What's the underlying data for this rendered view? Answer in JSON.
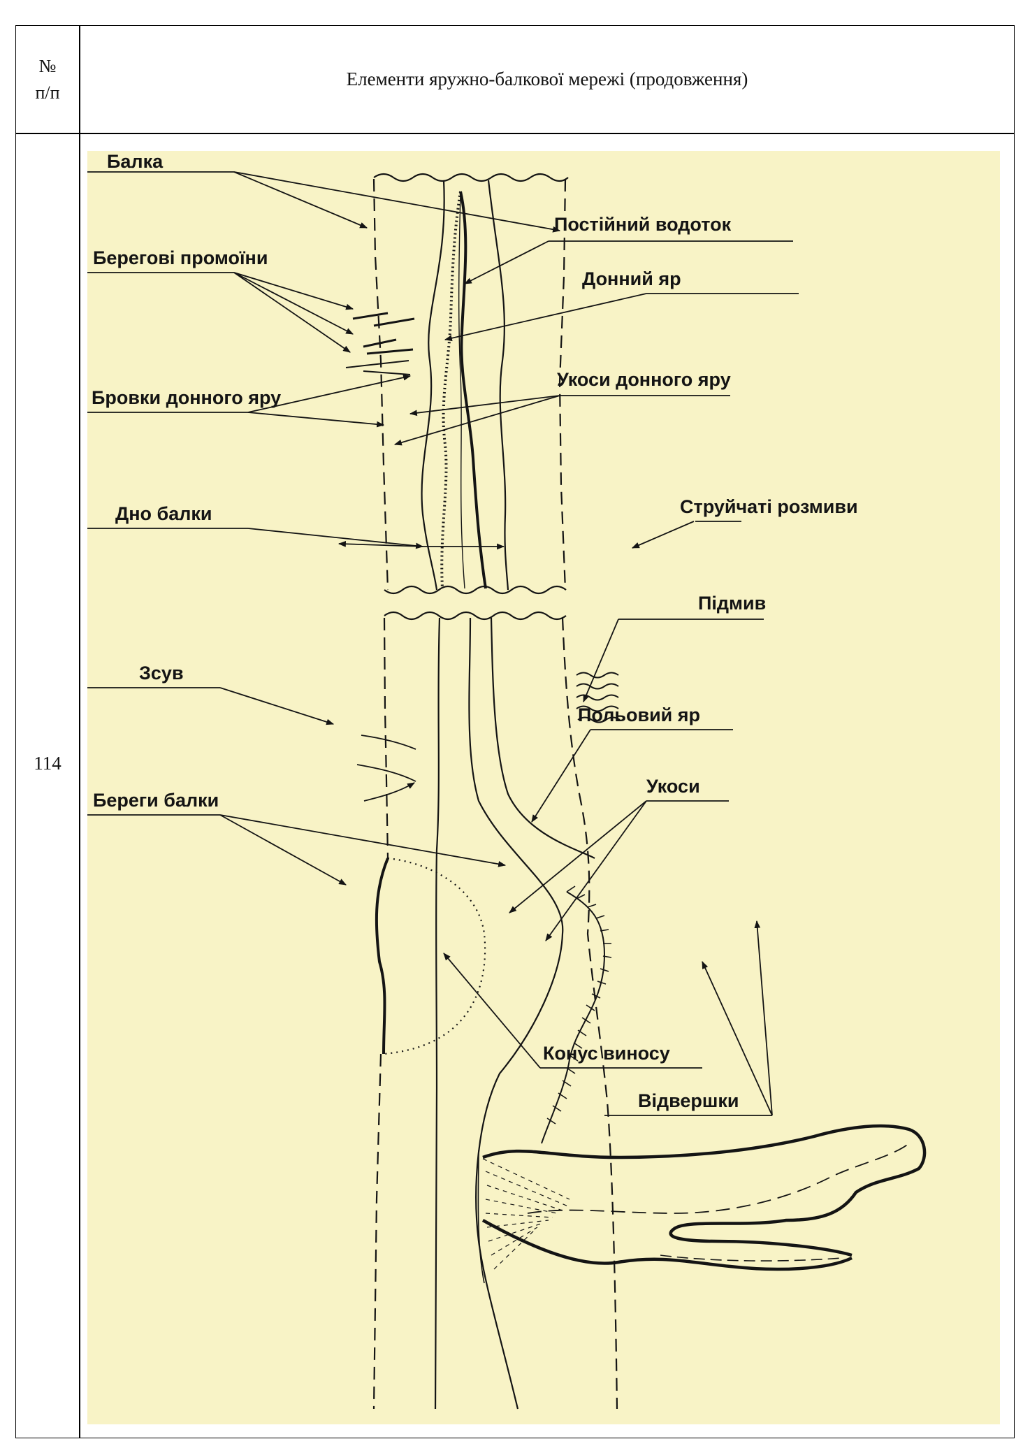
{
  "table": {
    "num_header_symbol": "№",
    "num_header_abbrev": "п/п",
    "title": "Елементи яружно-балкової мережі (продовження)",
    "row_number": "114"
  },
  "diagram": {
    "background_color": "#f8f3c6",
    "ink_color": "#141414",
    "labels": {
      "balka": "Балка",
      "postiinyi_vodotok": "Постійний водоток",
      "beregovi_promoiny": "Берегові промоїни",
      "donnyi_yar": "Донний яр",
      "brovky_donnoho_yaru": "Бровки донного яру",
      "ukosy_donnoho_yaru": "Укоси донного яру",
      "dno_balky": "Дно балки",
      "strumchati_rozmyvy": "Струйчаті розмиви",
      "pidmyv": "Підмив",
      "zsuv": "Зсув",
      "polovyi_yar": "Польовий  яр",
      "ukosy": "Укоси",
      "berehy_balky": "Береги балки",
      "konus_vynosu": "Конус виносу",
      "vidvershky": "Відвершки"
    }
  }
}
